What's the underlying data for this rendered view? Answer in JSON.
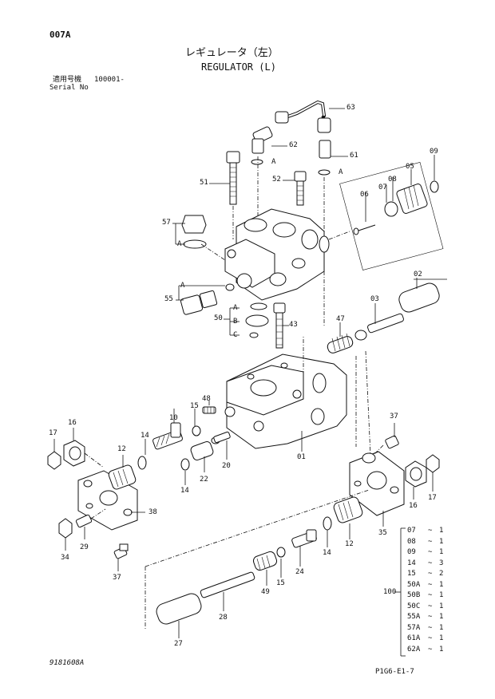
{
  "header": {
    "page_code": "007A",
    "title_jp": "レギュレータ（左）",
    "title_en": "REGULATOR (L)",
    "serial_label_jp": "適用号機",
    "serial_label_en": "Serial No",
    "serial_value": "100001-"
  },
  "callouts": {
    "c63": "63",
    "c62": "62",
    "c61": "61",
    "c09a": "09",
    "c08": "08",
    "c07": "07",
    "c06": "06",
    "c05": "05",
    "c51": "51",
    "c52": "52",
    "c57": "57",
    "c55": "55",
    "c02": "02",
    "c03": "03",
    "c47": "47",
    "c50": "50",
    "c43": "43",
    "c48": "48",
    "c15a": "15",
    "c10": "10",
    "c16a": "16",
    "c17a": "17",
    "c12a": "12",
    "c14a": "14",
    "c22": "22",
    "c20": "20",
    "c14b": "14",
    "c01": "01",
    "c37a": "37",
    "c38": "38",
    "c29": "29",
    "c34": "34",
    "c37b": "37",
    "c35": "35",
    "c16b": "16",
    "c17b": "17",
    "c12b": "12",
    "c14c": "14",
    "c24": "24",
    "c15b": "15",
    "c49": "49",
    "c28": "28",
    "c27": "27"
  },
  "refs": {
    "a62": "A",
    "a61": "A",
    "a57": "A",
    "a55": "A",
    "a50": "A",
    "b50": "B",
    "c50": "C"
  },
  "kit": {
    "number": "100",
    "items": [
      {
        "part": "07",
        "qty": "1"
      },
      {
        "part": "08",
        "qty": "1"
      },
      {
        "part": "09",
        "qty": "1"
      },
      {
        "part": "14",
        "qty": "3"
      },
      {
        "part": "15",
        "qty": "2"
      },
      {
        "part": "50A",
        "qty": "1"
      },
      {
        "part": "50B",
        "qty": "1"
      },
      {
        "part": "50C",
        "qty": "1"
      },
      {
        "part": "55A",
        "qty": "1"
      },
      {
        "part": "57A",
        "qty": "1"
      },
      {
        "part": "61A",
        "qty": "1"
      },
      {
        "part": "62A",
        "qty": "1"
      }
    ]
  },
  "footer": {
    "drawing_no": "9181608A",
    "sheet_ref": "P1G6-E1-7"
  }
}
